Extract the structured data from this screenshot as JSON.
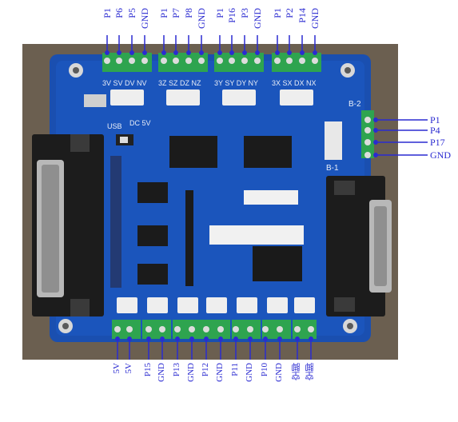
{
  "top_pins": [
    "P1",
    "P6",
    "P5",
    "GND",
    "P1",
    "P7",
    "P8",
    "GND",
    "P1",
    "P16",
    "P3",
    "GND",
    "P1",
    "P2",
    "P14",
    "GND"
  ],
  "right_pins": [
    "P1",
    "P4",
    "P17",
    "GND"
  ],
  "bottom_pins": [
    "5V",
    "5V",
    "P15",
    "GND",
    "P13",
    "GND",
    "P12",
    "GND",
    "P11",
    "GND",
    "P10",
    "GND",
    "空脚",
    "空脚"
  ],
  "board_labels": {
    "axis_a": "3V  SV  DV  NV",
    "axis_z": "3Z  SZ  DZ  NZ",
    "axis_y": "3Y  SY  DY  NY",
    "axis_x": "3X  SX  DX  NX",
    "usb": "USB",
    "dc": "DC 5V",
    "b2": "B-2",
    "b1": "B-1"
  },
  "colors": {
    "board": "#1a4fb0",
    "terminal": "#2ea44f",
    "label": "#2b2bd1",
    "background": "#6b5f50"
  }
}
